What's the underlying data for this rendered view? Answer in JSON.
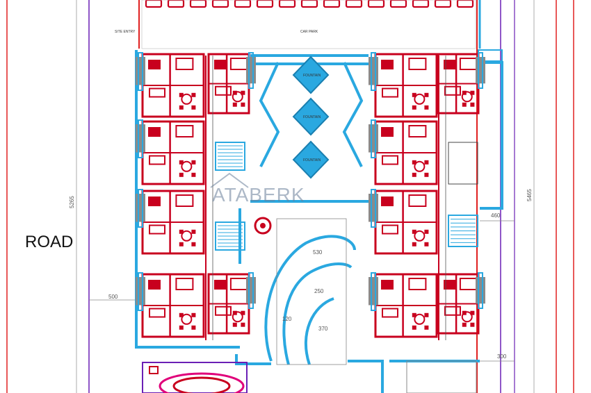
{
  "labels": {
    "road": "ROAD",
    "car_park": "CAR PARK",
    "site_entry": "SITE ENTRY",
    "fountain": "FOUNTAIN",
    "dim_500": "500",
    "dim_530": "530",
    "dim_5265": "5265",
    "dim_5465": "5465",
    "dim_460": "460",
    "dim_300": "300",
    "dim_250": "250",
    "dim_370": "370",
    "dim_120": "120"
  },
  "watermark": "ATABERK",
  "colors": {
    "wall_red": "#c8001e",
    "water_blue": "#2aa8e0",
    "boundary_red": "#e02020",
    "boundary_purple": "#6a1fb5",
    "grey": "#8a8a8a"
  }
}
